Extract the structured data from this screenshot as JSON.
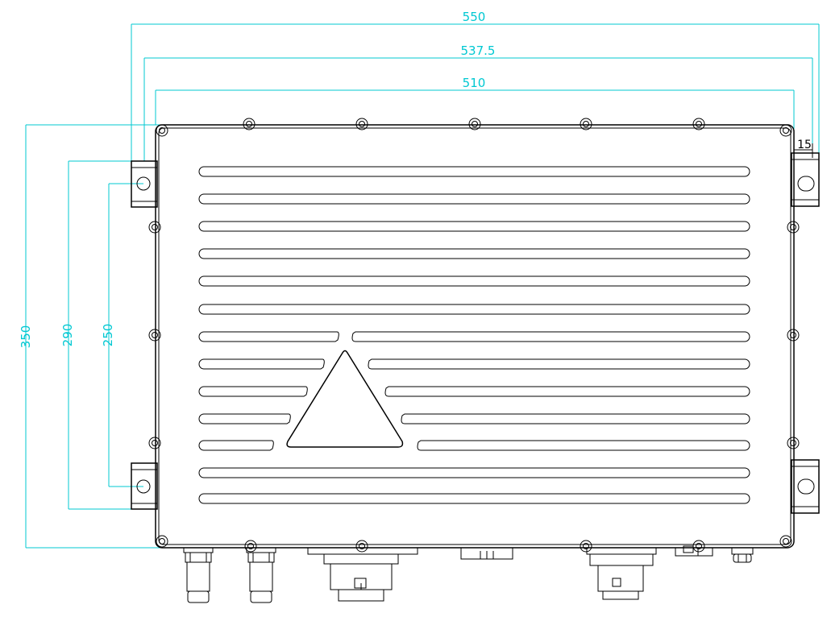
{
  "dimensions": {
    "overall_width": "550",
    "flange_width": "537.5",
    "body_width": "510",
    "tab_offset": "15",
    "overall_height": "350",
    "tab_outer_height": "290",
    "hole_spacing": "250"
  },
  "colors": {
    "dimension": "#00c8d2",
    "outline": "#000000"
  }
}
